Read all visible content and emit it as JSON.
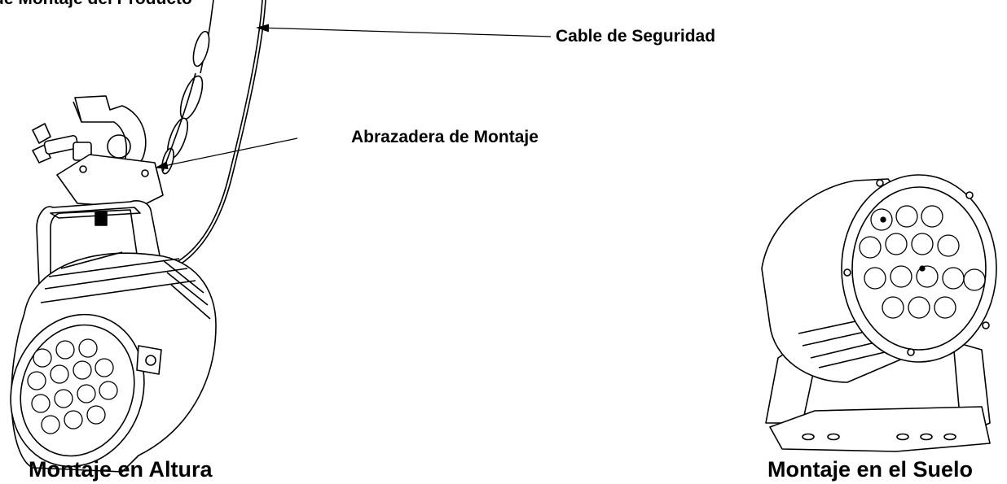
{
  "header": {
    "title_fragment": "de Montaje del Producto"
  },
  "callouts": {
    "safety_cable": "Cable de Seguridad",
    "mounting_clamp": "Abrazadera de Montaje"
  },
  "captions": {
    "overhead": "Montaje en Altura",
    "floor": "Montaje en el Suelo"
  },
  "colors": {
    "line": "#000000",
    "background": "#ffffff"
  }
}
